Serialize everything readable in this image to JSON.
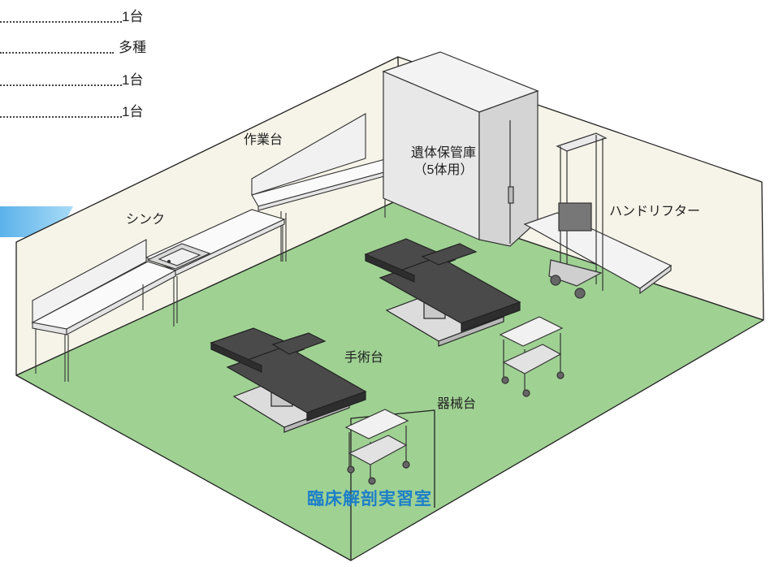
{
  "inventory": [
    {
      "value": "1台"
    },
    {
      "value": "多種"
    },
    {
      "value": "1台"
    },
    {
      "value": "1台"
    }
  ],
  "labels": {
    "workbench": "作業台",
    "storage_line1": "遺体保管庫",
    "storage_line2": "（5体用）",
    "hand_lifter": "ハンドリフター",
    "sink": "シンク",
    "operating_table": "手術台",
    "instrument_table": "器械台"
  },
  "room_title": "臨床解剖実習室",
  "colors": {
    "floor": "#9fd193",
    "wall": "#f6f4e8",
    "outline": "#222222",
    "title_blue": "#1d7fc9",
    "banner_blue": "#7fc4ef",
    "table_top": "#4a4a4a"
  }
}
